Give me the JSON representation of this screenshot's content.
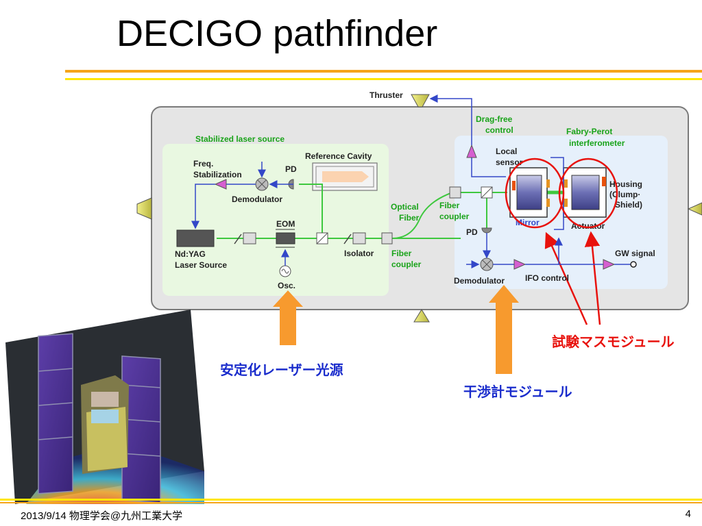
{
  "slide": {
    "title": "DECIGO pathfinder",
    "footer": "2013/9/14 物理学会@九州工業大学",
    "page_number": "4"
  },
  "colors": {
    "accent_orange": "#f5a51b",
    "accent_yellow": "#ffe600",
    "green_label": "#19a319",
    "blue_text": "#1a2ccc",
    "red_text": "#e8120d",
    "arrow_orange": "#f79a2e"
  },
  "diagram": {
    "thruster": "Thruster",
    "drag_free_1": "Drag-free",
    "drag_free_2": "control",
    "fabry_perot_1": "Fabry-Perot",
    "fabry_perot_2": "interferometer",
    "stabilized_laser_source": "Stabilized laser source",
    "reference_cavity": "Reference Cavity",
    "freq_1": "Freq.",
    "freq_2": "Stabilization",
    "pd_left": "PD",
    "demodulator_left": "Demodulator",
    "eom": "EOM",
    "nd_yag_1": "Nd:YAG",
    "nd_yag_2": "Laser Source",
    "osc": "Osc.",
    "isolator": "Isolator",
    "fiber_coupler_left_1": "Fiber",
    "fiber_coupler_left_2": "coupler",
    "optical_fiber_1": "Optical",
    "optical_fiber_2": "Fiber",
    "fiber_coupler_right_1": "Fiber",
    "fiber_coupler_right_2": "coupler",
    "local_sensor_1": "Local",
    "local_sensor_2": "sensor",
    "mirror": "Mirror",
    "actuator": "Actuator",
    "housing_1": "Housing",
    "housing_2": "(Clump·",
    "housing_3": "Shield)",
    "pd_right": "PD",
    "demodulator_right": "Demodulator",
    "ifo_control": "IFO control",
    "gw_signal": "GW signal"
  },
  "annotations": {
    "laser_source_jp": "安定化レーザー光源",
    "interferometer_jp": "干渉計モジュール",
    "test_mass_jp": "試験マスモジュール"
  }
}
